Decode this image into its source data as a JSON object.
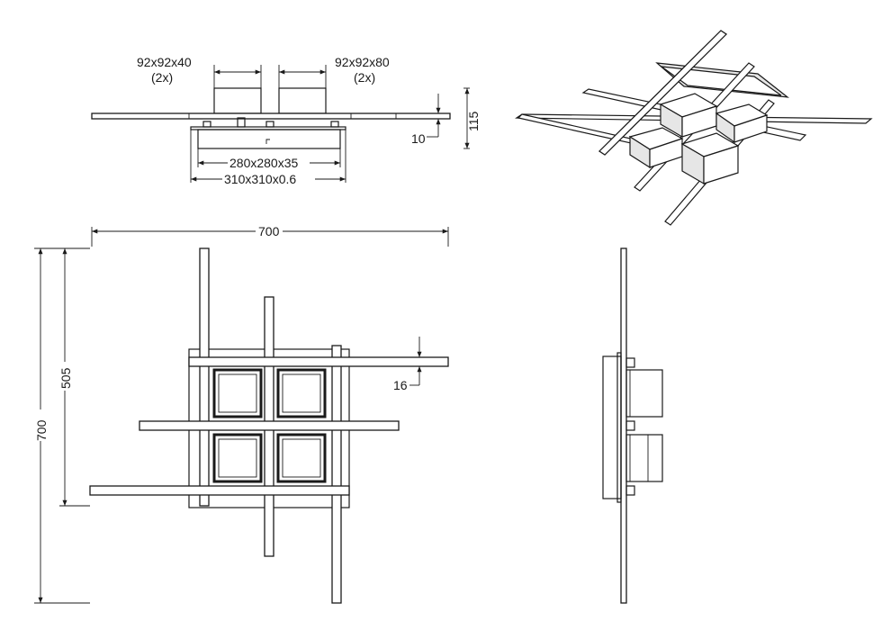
{
  "front_view": {
    "module_small_label": "92x92x40",
    "module_small_count": "(2x)",
    "module_large_label": "92x92x80",
    "module_large_count": "(2x)",
    "base_label": "280x280x35",
    "plate_label": "310x310x0.6",
    "bar_thickness_label": "10",
    "total_height_label": "115"
  },
  "top_view": {
    "width_label": "700",
    "height_label": "700",
    "inner_height_label": "505",
    "bar_width_label": "16"
  },
  "colors": {
    "line": "#1a1a1a",
    "background": "#ffffff",
    "shade": "#e6e6e6"
  }
}
